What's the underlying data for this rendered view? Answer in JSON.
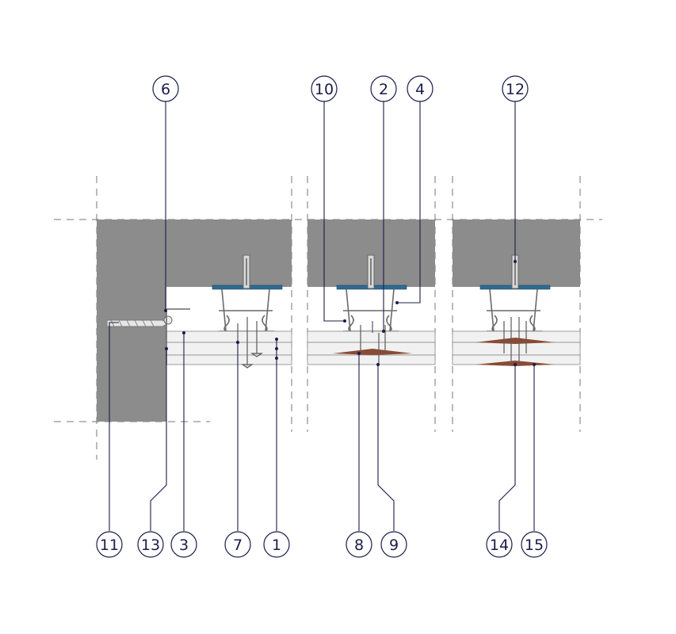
{
  "callouts_top": [
    {
      "id": "c6",
      "label": "6"
    },
    {
      "id": "c10",
      "label": "10"
    },
    {
      "id": "c2",
      "label": "2"
    },
    {
      "id": "c4",
      "label": "4"
    },
    {
      "id": "c12",
      "label": "12"
    }
  ],
  "callouts_bottom": [
    {
      "id": "c11",
      "label": "11"
    },
    {
      "id": "c13",
      "label": "13"
    },
    {
      "id": "c3",
      "label": "3"
    },
    {
      "id": "c7",
      "label": "7"
    },
    {
      "id": "c1",
      "label": "1"
    },
    {
      "id": "c8",
      "label": "8"
    },
    {
      "id": "c9",
      "label": "9"
    },
    {
      "id": "c14",
      "label": "14"
    },
    {
      "id": "c15",
      "label": "15"
    }
  ],
  "colors": {
    "concrete": "#8c8c8c",
    "board": "#f1f1f1",
    "plate": "#2f6a92",
    "tape": "#8a4a33",
    "ink": "#1c1c4a"
  }
}
